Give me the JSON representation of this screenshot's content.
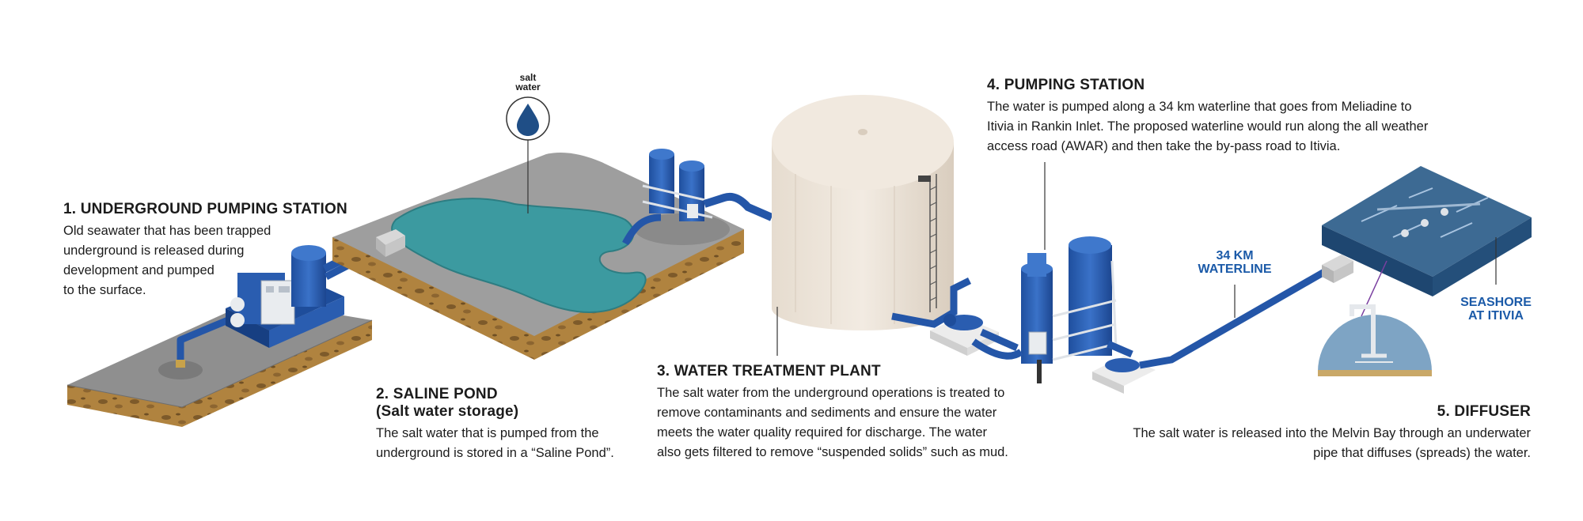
{
  "steps": [
    {
      "title": "1. UNDERGROUND PUMPING STATION",
      "lines": [
        "Old seawater that has been trapped",
        "underground is released during",
        "development and pumped",
        "to the surface."
      ]
    },
    {
      "title": "2. SALINE POND",
      "subtitle": "(Salt water storage)",
      "lines": [
        "The salt water that is pumped from the",
        "underground is stored in a “Saline Pond”."
      ]
    },
    {
      "title": "3. WATER TREATMENT PLANT",
      "lines": [
        "The salt water from the underground operations is treated to",
        "remove contaminants and sediments and ensure the water",
        "meets the water quality required for discharge. The water",
        "also gets filtered to remove “suspended solids” such as mud."
      ]
    },
    {
      "title": "4. PUMPING STATION",
      "lines": [
        "The water is pumped along a 34 km waterline that goes from Meliadine to",
        "Itivia in Rankin Inlet. The proposed waterline would run along the all weather",
        "access road (AWAR) and then take the by-pass road to Itivia."
      ]
    },
    {
      "title": "5. DIFFUSER",
      "lines": [
        "The salt water is released into the Melvin Bay through an underwater",
        "pipe that diffuses (spreads) the water."
      ]
    }
  ],
  "icon": {
    "label_line1": "salt",
    "label_line2": "water",
    "icon_name": "water-drop-icon"
  },
  "callouts": {
    "waterline_line1": "34 KM",
    "waterline_line2": "WATERLINE",
    "seashore_line1": "SEASHORE",
    "seashore_line2": "AT ITIVIA"
  },
  "colors": {
    "pipe_blue": "#2456a8",
    "equipment_blue": "#2a5db0",
    "pond_teal": "#3c9aa0",
    "ground_gray": "#9a9a9a",
    "soil_brown": "#a0763c",
    "tank_beige": "#eee4d8",
    "sea_blue": "#2d5d8a",
    "callout_blue": "#1b5aa8"
  }
}
